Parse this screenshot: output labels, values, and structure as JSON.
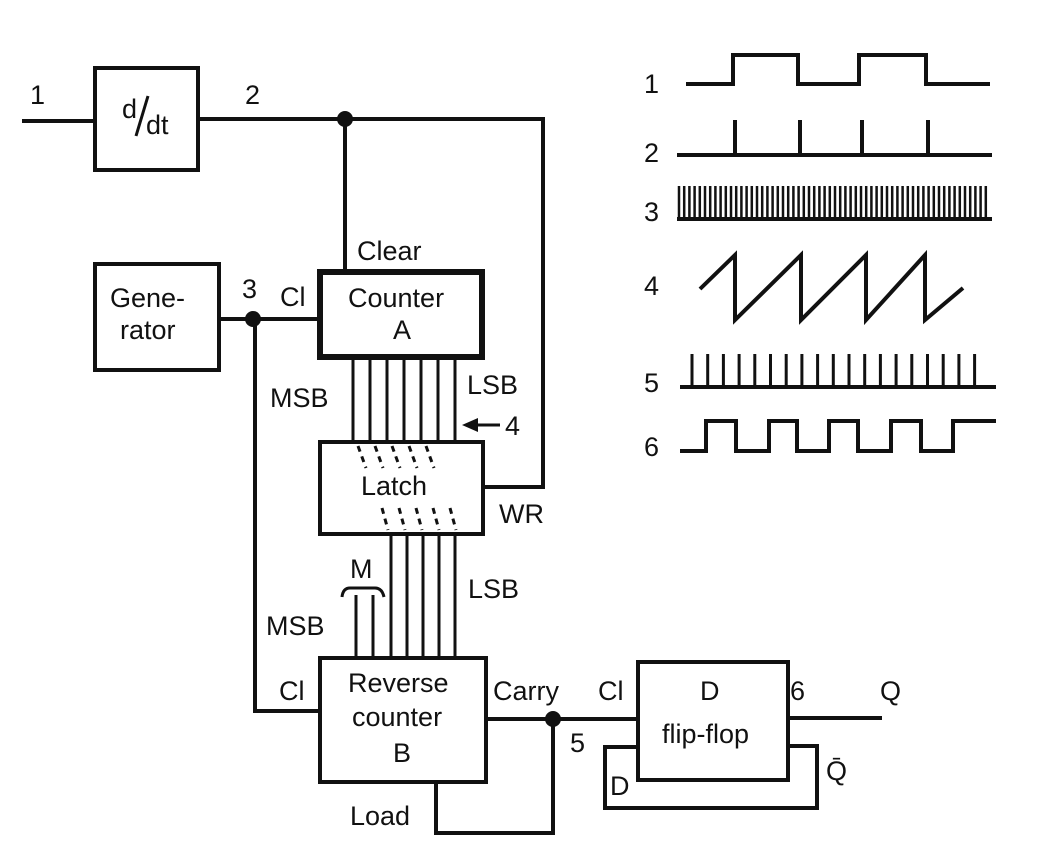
{
  "diagram": {
    "nodes": {
      "n1": "1",
      "n2": "2",
      "n3": "3",
      "n4": "4",
      "n5": "5",
      "n6": "6"
    },
    "blocks": {
      "differentiator": {
        "num": "d",
        "slash": "/",
        "den": "dt"
      },
      "generator": {
        "line1": "Gene-",
        "line2": "rator"
      },
      "counter_a": {
        "line1": "Counter",
        "line2": "A",
        "clear": "Clear",
        "cl": "Cl",
        "msb": "MSB",
        "lsb": "LSB"
      },
      "latch": {
        "label": "Latch",
        "wr": "WR"
      },
      "reverse_counter_b": {
        "line1": "Reverse",
        "line2": "counter",
        "line3": "B",
        "cl": "Cl",
        "load": "Load",
        "carry": "Carry",
        "msb": "MSB",
        "lsb": "LSB",
        "m": "M"
      },
      "d_flipflop": {
        "line1": "D",
        "line2": "flip-flop",
        "cl": "Cl",
        "d": "D",
        "q": "Q",
        "qbar": "Q̄"
      }
    },
    "waveforms": [
      {
        "label": "1",
        "type": "square-slow"
      },
      {
        "label": "2",
        "type": "pulses"
      },
      {
        "label": "3",
        "type": "dense-clock"
      },
      {
        "label": "4",
        "type": "sawtooth"
      },
      {
        "label": "5",
        "type": "pulse-train"
      },
      {
        "label": "6",
        "type": "square-fast"
      }
    ],
    "colors": {
      "ink": "#111111",
      "background": "#ffffff"
    }
  }
}
